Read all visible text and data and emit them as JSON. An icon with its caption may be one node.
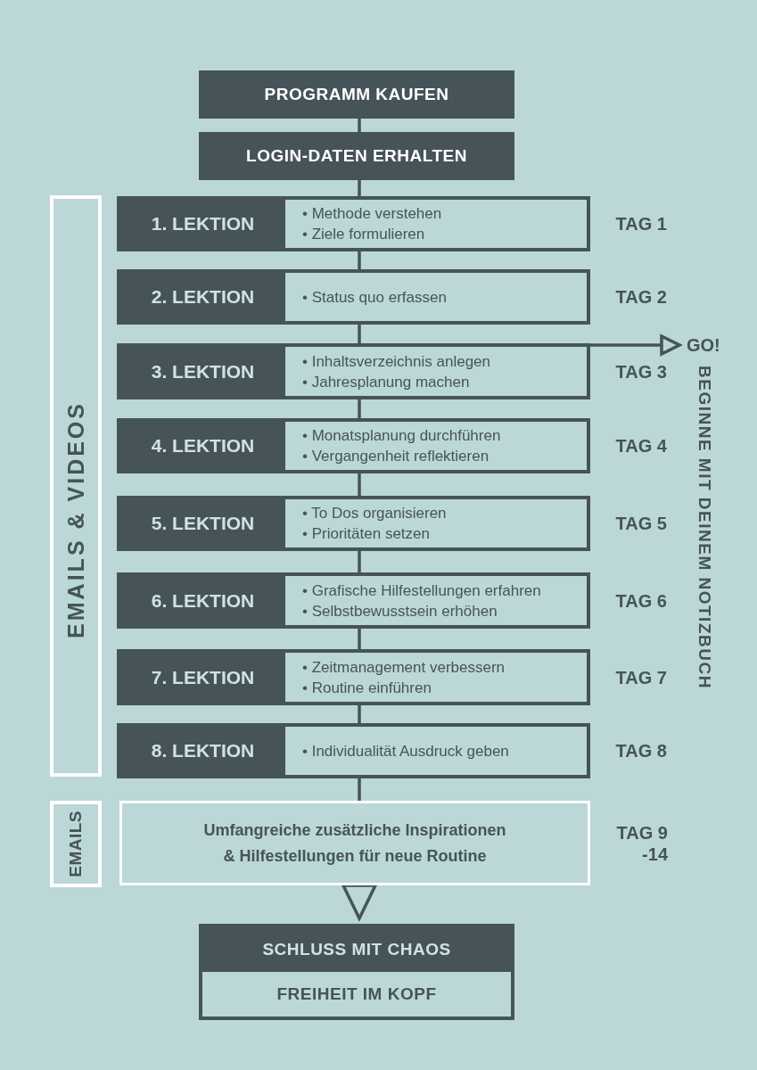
{
  "diagram": {
    "nodes": [
      {
        "text": [
          "PROGRAMM KAUFEN"
        ]
      },
      {
        "text": [
          "LOGIN-DATEN ERHALTEN"
        ]
      },
      {
        "text": [
          "EMAILS & VIDEOS"
        ]
      },
      {
        "text": [
          "1. LEKTION",
          "• Methode verstehen",
          "• Ziele formulieren"
        ],
        "beside": [
          "TAG 1"
        ]
      },
      {
        "text": [
          "2. LEKTION",
          "• Status quo erfassen"
        ],
        "beside": [
          "TAG 2"
        ]
      },
      {
        "text": [
          "3. LEKTION",
          "• Inhaltsverzeichnis anlegen",
          "• Jahresplanung machen"
        ],
        "beside": [
          "TAG 3"
        ]
      },
      {
        "text": [
          "4. LEKTION",
          "• Monatsplanung durchführen",
          "• Vergangenheit reflektieren"
        ],
        "beside": [
          "TAG 4"
        ]
      },
      {
        "text": [
          "5. LEKTION",
          "• To Dos organisieren",
          "• Prioritäten setzen"
        ],
        "beside": [
          "TAG 5"
        ]
      },
      {
        "text": [
          "6. LEKTION",
          "• Grafische Hilfestellungen erfahren",
          "• Selbstbewusstsein erhöhen"
        ],
        "beside": [
          "TAG 6"
        ]
      },
      {
        "text": [
          "7. LEKTION",
          "• Zeitmanagement verbessern",
          "• Routine einführen"
        ],
        "beside": [
          "TAG 7"
        ]
      },
      {
        "text": [
          "8. LEKTION",
          "• Individualität Ausdruck geben"
        ],
        "beside": [
          "TAG 8"
        ]
      },
      {
        "text": [
          "GO!"
        ]
      },
      {
        "text": [
          "EMAILS"
        ]
      },
      {
        "text": [
          "Umfangreiche zusätzliche Inspirationen & Hilfestellungen für neue Routine"
        ],
        "beside": [
          "TAG 9 -14"
        ]
      },
      {
        "text": [
          "SCHLUSS MIT CHAOS",
          "FREIHEIT IM KOPF"
        ]
      }
    ],
    "edges": [
      {
        "from": 0,
        "to": 1,
        "arrow": "none"
      },
      {
        "from": 1,
        "to": 3,
        "arrow": "none"
      },
      {
        "from": 3,
        "to": 4,
        "arrow": "none"
      },
      {
        "from": 4,
        "to": 5,
        "arrow": "none"
      },
      {
        "from": 5,
        "to": 6,
        "arrow": "none"
      },
      {
        "from": 6,
        "to": 7,
        "arrow": "none"
      },
      {
        "from": 7,
        "to": 8,
        "arrow": "none"
      },
      {
        "from": 8,
        "to": 9,
        "arrow": "none"
      },
      {
        "from": 9,
        "to": 10,
        "arrow": "none"
      },
      {
        "from": 10,
        "to": 13,
        "arrow": "none"
      },
      {
        "from": 13,
        "to": 14,
        "arrow": "to"
      },
      {
        "from": 5,
        "to": 11,
        "arrow": "to"
      }
    ],
    "labels": [
      "BEGINNE MIT DEINEM NOTIZBUCH"
    ]
  }
}
